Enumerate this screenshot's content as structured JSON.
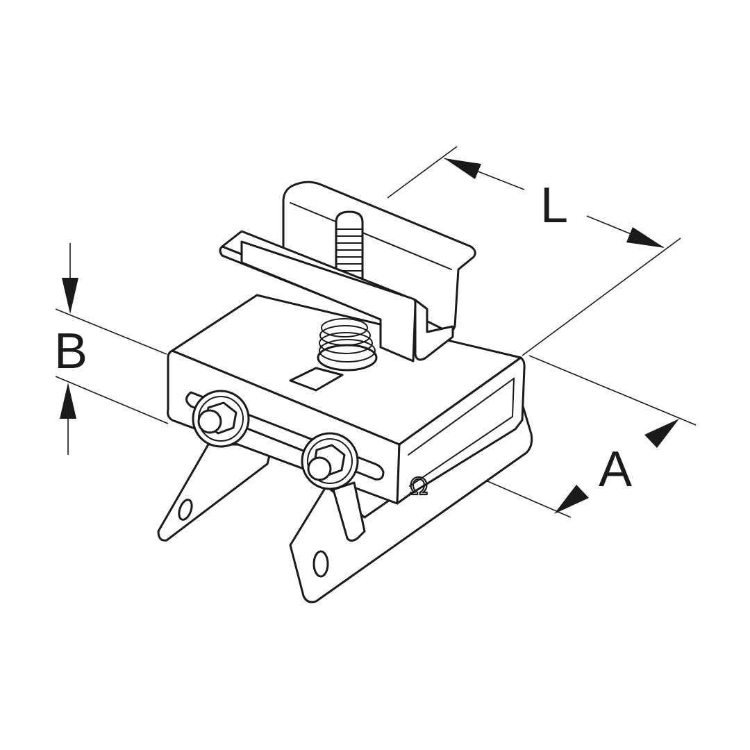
{
  "dimensions": {
    "length_label": "L",
    "width_label": "A",
    "height_label": "B"
  },
  "colors": {
    "line": "#1a1a1a",
    "background": "#ffffff"
  }
}
